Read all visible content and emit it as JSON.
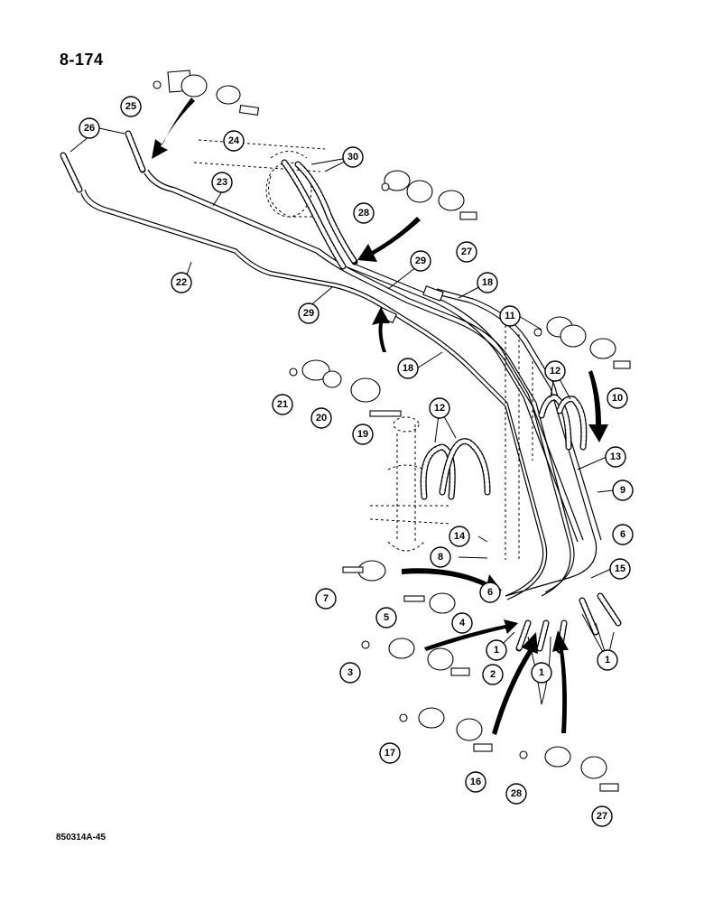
{
  "page": {
    "number": "8-174",
    "figure_code": "850314A-45"
  },
  "callouts": [
    {
      "id": "c25",
      "label": "25"
    },
    {
      "id": "c24",
      "label": "24"
    },
    {
      "id": "c26",
      "label": "26"
    },
    {
      "id": "c30",
      "label": "30"
    },
    {
      "id": "c23",
      "label": "23"
    },
    {
      "id": "c28a",
      "label": "28"
    },
    {
      "id": "c27a",
      "label": "27"
    },
    {
      "id": "c22",
      "label": "22"
    },
    {
      "id": "c29a",
      "label": "29"
    },
    {
      "id": "c18a",
      "label": "18"
    },
    {
      "id": "c29b",
      "label": "29"
    },
    {
      "id": "c11",
      "label": "11"
    },
    {
      "id": "c18b",
      "label": "18"
    },
    {
      "id": "c10",
      "label": "10"
    },
    {
      "id": "c21",
      "label": "21"
    },
    {
      "id": "c20",
      "label": "20"
    },
    {
      "id": "c12a",
      "label": "12"
    },
    {
      "id": "c19",
      "label": "19"
    },
    {
      "id": "c12b",
      "label": "12"
    },
    {
      "id": "c13",
      "label": "13"
    },
    {
      "id": "c9",
      "label": "9"
    },
    {
      "id": "c14",
      "label": "14"
    },
    {
      "id": "c6a",
      "label": "6"
    },
    {
      "id": "c8",
      "label": "8"
    },
    {
      "id": "c15",
      "label": "15"
    },
    {
      "id": "c7",
      "label": "7"
    },
    {
      "id": "c6b",
      "label": "6"
    },
    {
      "id": "c5",
      "label": "5"
    },
    {
      "id": "c4",
      "label": "4"
    },
    {
      "id": "c1a",
      "label": "1"
    },
    {
      "id": "c3",
      "label": "3"
    },
    {
      "id": "c2",
      "label": "2"
    },
    {
      "id": "c1b",
      "label": "1"
    },
    {
      "id": "c1c",
      "label": "1"
    },
    {
      "id": "c17",
      "label": "17"
    },
    {
      "id": "c16",
      "label": "16"
    },
    {
      "id": "c28b",
      "label": "28"
    },
    {
      "id": "c27b",
      "label": "27"
    }
  ]
}
